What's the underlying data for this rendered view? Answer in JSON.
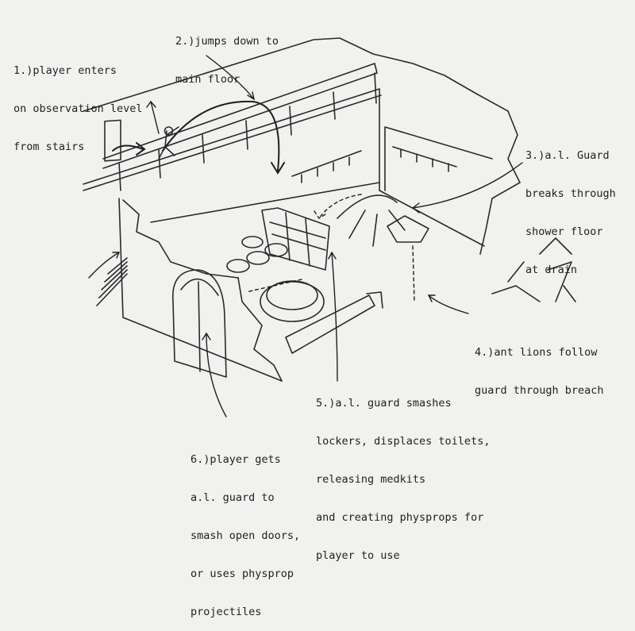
{
  "annotations": [
    {
      "id": "note-1",
      "lines": [
        "1.)player enters",
        "on observation level",
        "from stairs"
      ]
    },
    {
      "id": "note-2",
      "lines": [
        "2.)jumps down to",
        "main floor"
      ]
    },
    {
      "id": "note-3",
      "lines": [
        "3.)a.l. Guard",
        "breaks through",
        "shower floor",
        "at drain"
      ]
    },
    {
      "id": "note-4",
      "lines": [
        "4.)ant lions follow",
        "guard through breach"
      ]
    },
    {
      "id": "note-5",
      "lines": [
        "5.)a.l. guard smashes",
        "lockers, displaces toilets,",
        "releasing medkits",
        "and creating physprops for",
        "player to use"
      ]
    },
    {
      "id": "note-6",
      "lines": [
        "6.)player gets",
        "a.l. guard to",
        "smash open doors,",
        "or uses physprop",
        "projectiles"
      ]
    }
  ],
  "palette": {
    "paper": "#f1f1ef",
    "ink": "#1f1f1f",
    "shade": "#8a8a8a"
  }
}
